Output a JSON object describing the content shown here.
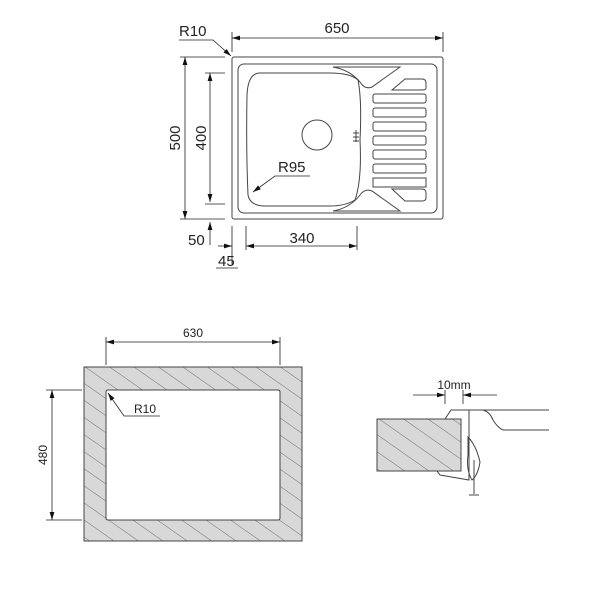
{
  "sink_top_view": {
    "corner_radius": "R10",
    "width": "650",
    "height": "500",
    "bowl_height": "400",
    "bowl_radius": "R95",
    "bottom_offset": "50",
    "side_offset": "45",
    "bowl_width": "340"
  },
  "cutout": {
    "width": "630",
    "height": "480",
    "corner_radius": "R10"
  },
  "section": {
    "lip": "10mm"
  }
}
